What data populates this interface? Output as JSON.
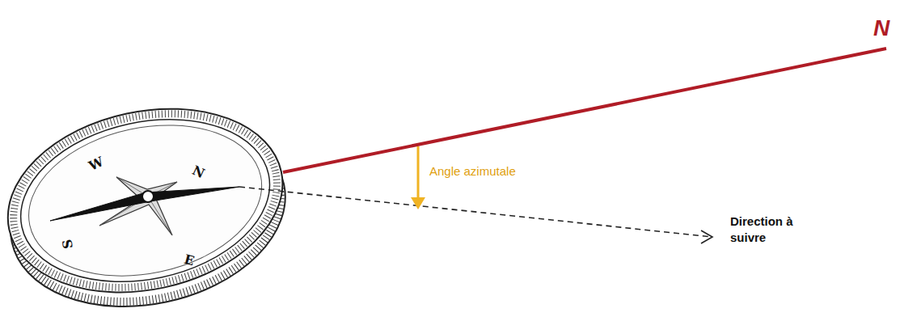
{
  "diagram": {
    "labels": [
      "N",
      "Angle azimutale",
      "Direction à suivre",
      "W",
      "N",
      "S",
      "E"
    ]
  }
}
